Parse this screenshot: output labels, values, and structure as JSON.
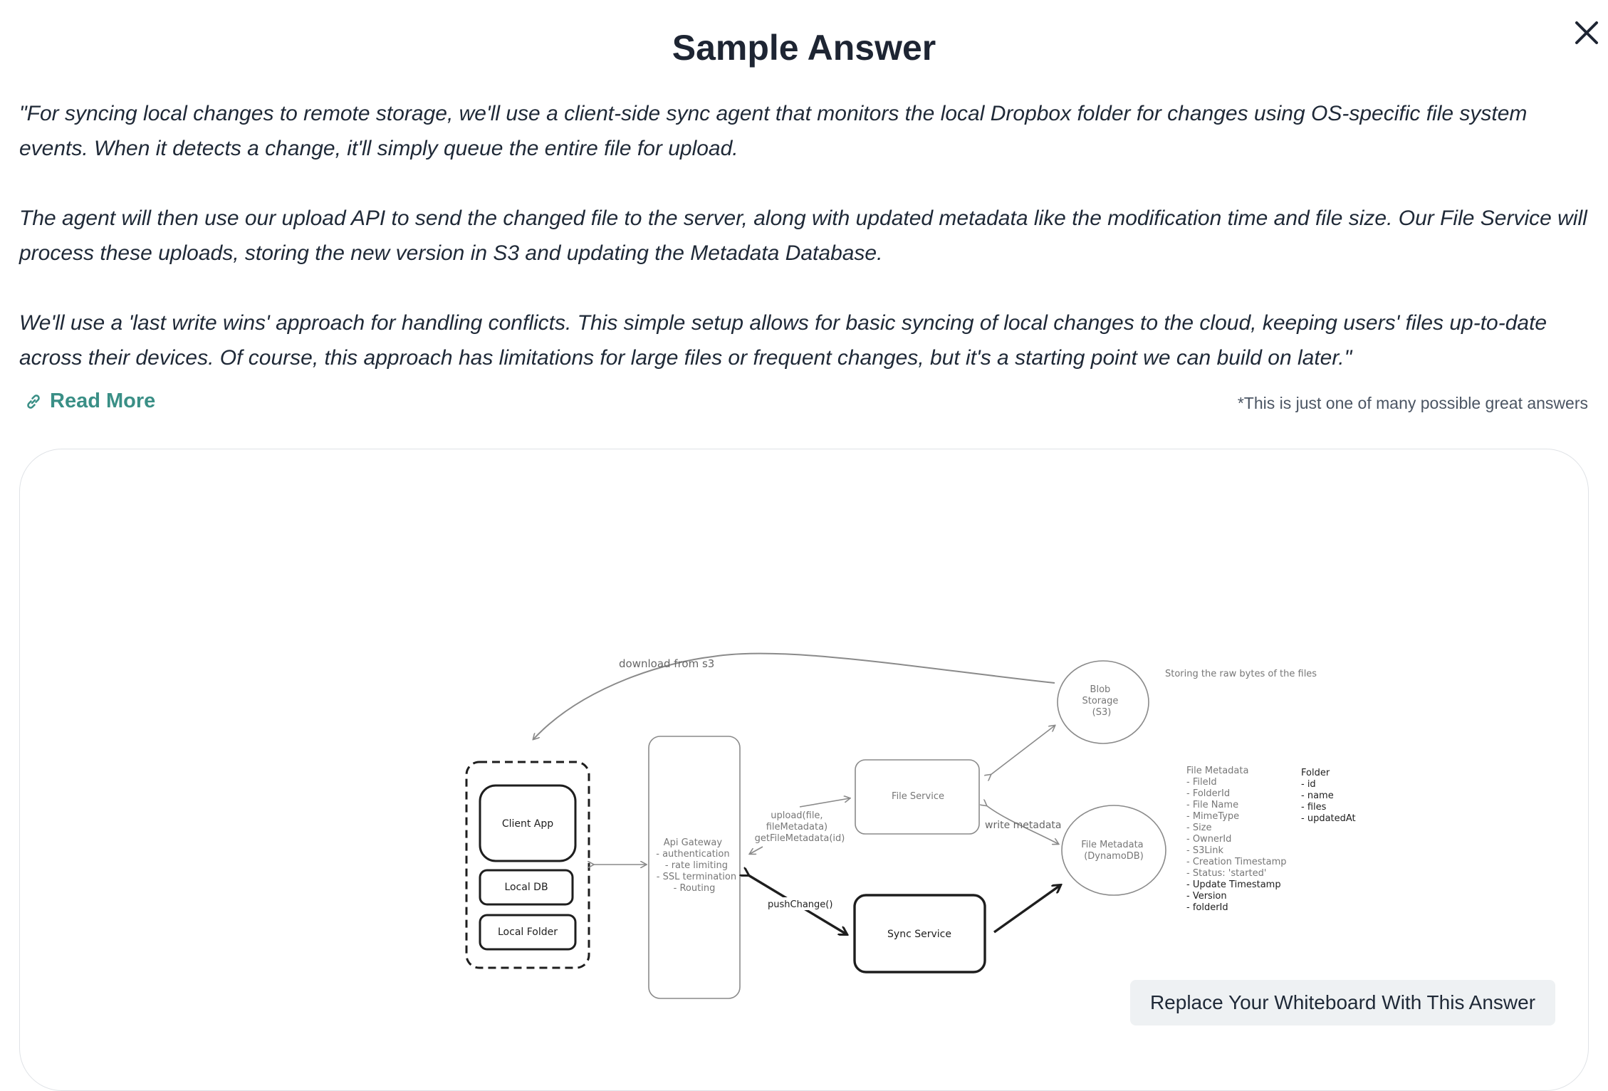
{
  "modal": {
    "title": "Sample Answer",
    "close_icon": "close-icon"
  },
  "answer": {
    "paragraphs": [
      "\"For syncing local changes to remote storage, we'll use a client-side sync agent that monitors the local Dropbox folder for changes using OS-specific file system events. When it detects a change, it'll simply queue the entire file for upload.",
      "The agent will then use our upload API to send the changed file to the server, along with updated metadata like the modification time and file size. Our File Service will process these uploads, storing the new version in S3 and updating the Metadata Database.",
      "We'll use a 'last write wins' approach for handling conflicts. This simple setup allows for basic syncing of local changes to the cloud, keeping users' files up-to-date across their devices. Of course, this approach has limitations for large files or frequent changes, but it's a starting point we can build on later.\""
    ]
  },
  "read_more": {
    "label": "Read More",
    "icon": "link-icon"
  },
  "disclaimer": "*This is just one of many possible great answers",
  "diagram": {
    "client_app": "Client App",
    "local_db": "Local DB",
    "local_folder": "Local Folder",
    "api_gateway_lines": [
      "Api Gateway",
      "- authentication",
      "- rate limiting",
      "- SSL termination",
      "- Routing"
    ],
    "file_service": "File Service",
    "sync_service": "Sync Service",
    "blob_storage_lines": [
      "Blob",
      "Storage",
      "(S3)"
    ],
    "file_metadata_db_lines": [
      "File Metadata",
      "(DynamoDB)"
    ],
    "download_label": "download from s3",
    "upload_label_lines": [
      "upload(file,",
      "fileMetadata)",
      "getFileMetadata(id)"
    ],
    "write_metadata_label": "write metadata",
    "push_change_label": "pushChange()",
    "blob_note": "Storing the raw bytes of the files",
    "file_metadata_fields": [
      "File Metadata",
      "- FileId",
      "- FolderId",
      "- File Name",
      "- MimeType",
      "- Size",
      "- OwnerId",
      "- S3Link",
      "- Creation Timestamp",
      "- Status: 'started'"
    ],
    "file_metadata_fields_bold": [
      "- Update Timestamp",
      "- Version",
      "- folderId"
    ],
    "folder_fields": [
      "Folder",
      "- id",
      "- name",
      "- files",
      "- updatedAt"
    ]
  },
  "replace_button": {
    "label": "Replace Your Whiteboard With This Answer"
  },
  "colors": {
    "accent": "#3a8f86",
    "title": "#1e2533",
    "diagram_dark": "#1e1e1e",
    "diagram_light": "#8a8a8a"
  }
}
